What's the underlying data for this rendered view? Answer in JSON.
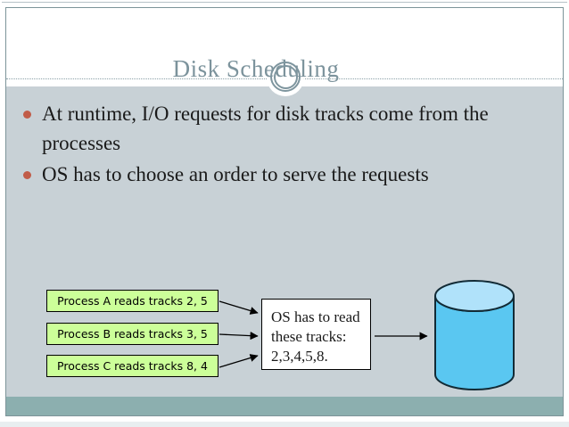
{
  "slide": {
    "title": "Disk Scheduling",
    "bullets": [
      "At runtime, I/O requests for disk tracks come from the processes",
      "OS has to choose an order to serve the requests"
    ],
    "diagram": {
      "process_boxes": [
        {
          "label": "Process A reads tracks 2, 5"
        },
        {
          "label": "Process B reads tracks 3, 5"
        },
        {
          "label": "Process C reads tracks 8, 4"
        }
      ],
      "os_box_lines": [
        "OS has to read",
        "these tracks:",
        "2,3,4,5,8."
      ],
      "disk_icon": "disk-cylinder-icon"
    }
  },
  "colors": {
    "content_background": "#c8d1d6",
    "footer_band": "#8cafaf",
    "title_text": "#7c939c",
    "slide_border": "#7d9499",
    "bullet_marker": "#c15c48",
    "process_box_fill": "#ccff99",
    "disk_body_fill": "#5ac7f1",
    "disk_top_fill": "#b0e2fa",
    "body_text": "#1a1a1a"
  }
}
